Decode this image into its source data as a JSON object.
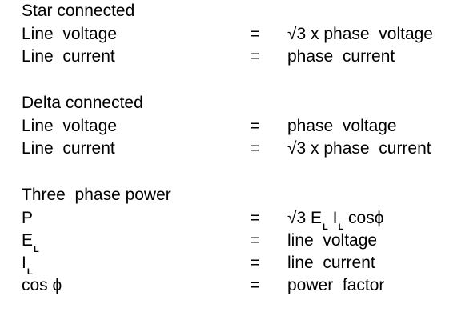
{
  "star": {
    "heading": "Star connected",
    "rows": [
      {
        "label": "Line  voltage",
        "eq": "=",
        "value": "√3 x phase  voltage"
      },
      {
        "label": "Line  current",
        "eq": "=",
        "value": "phase  current"
      }
    ]
  },
  "delta": {
    "heading": "Delta connected",
    "rows": [
      {
        "label": "Line  voltage",
        "eq": "=",
        "value": "phase  voltage"
      },
      {
        "label": "Line  current",
        "eq": "=",
        "value": "√3 x phase  current"
      }
    ]
  },
  "power": {
    "heading": "Three  phase power",
    "p_label": "P",
    "p_eq": "=",
    "p_value": {
      "root": "√3 E",
      "sub1": "L",
      "i": " I",
      "sub2": "L",
      "cos": " cos",
      "phi": "ϕ"
    },
    "el_label": {
      "base": "E",
      "sub": "L"
    },
    "el_eq": "=",
    "el_value": "line  voltage",
    "il_label": {
      "base": "I",
      "sub": "L"
    },
    "il_eq": "=",
    "il_value": "line  current",
    "pf_label": "cos ϕ",
    "pf_eq": "=",
    "pf_value": "power  factor"
  }
}
